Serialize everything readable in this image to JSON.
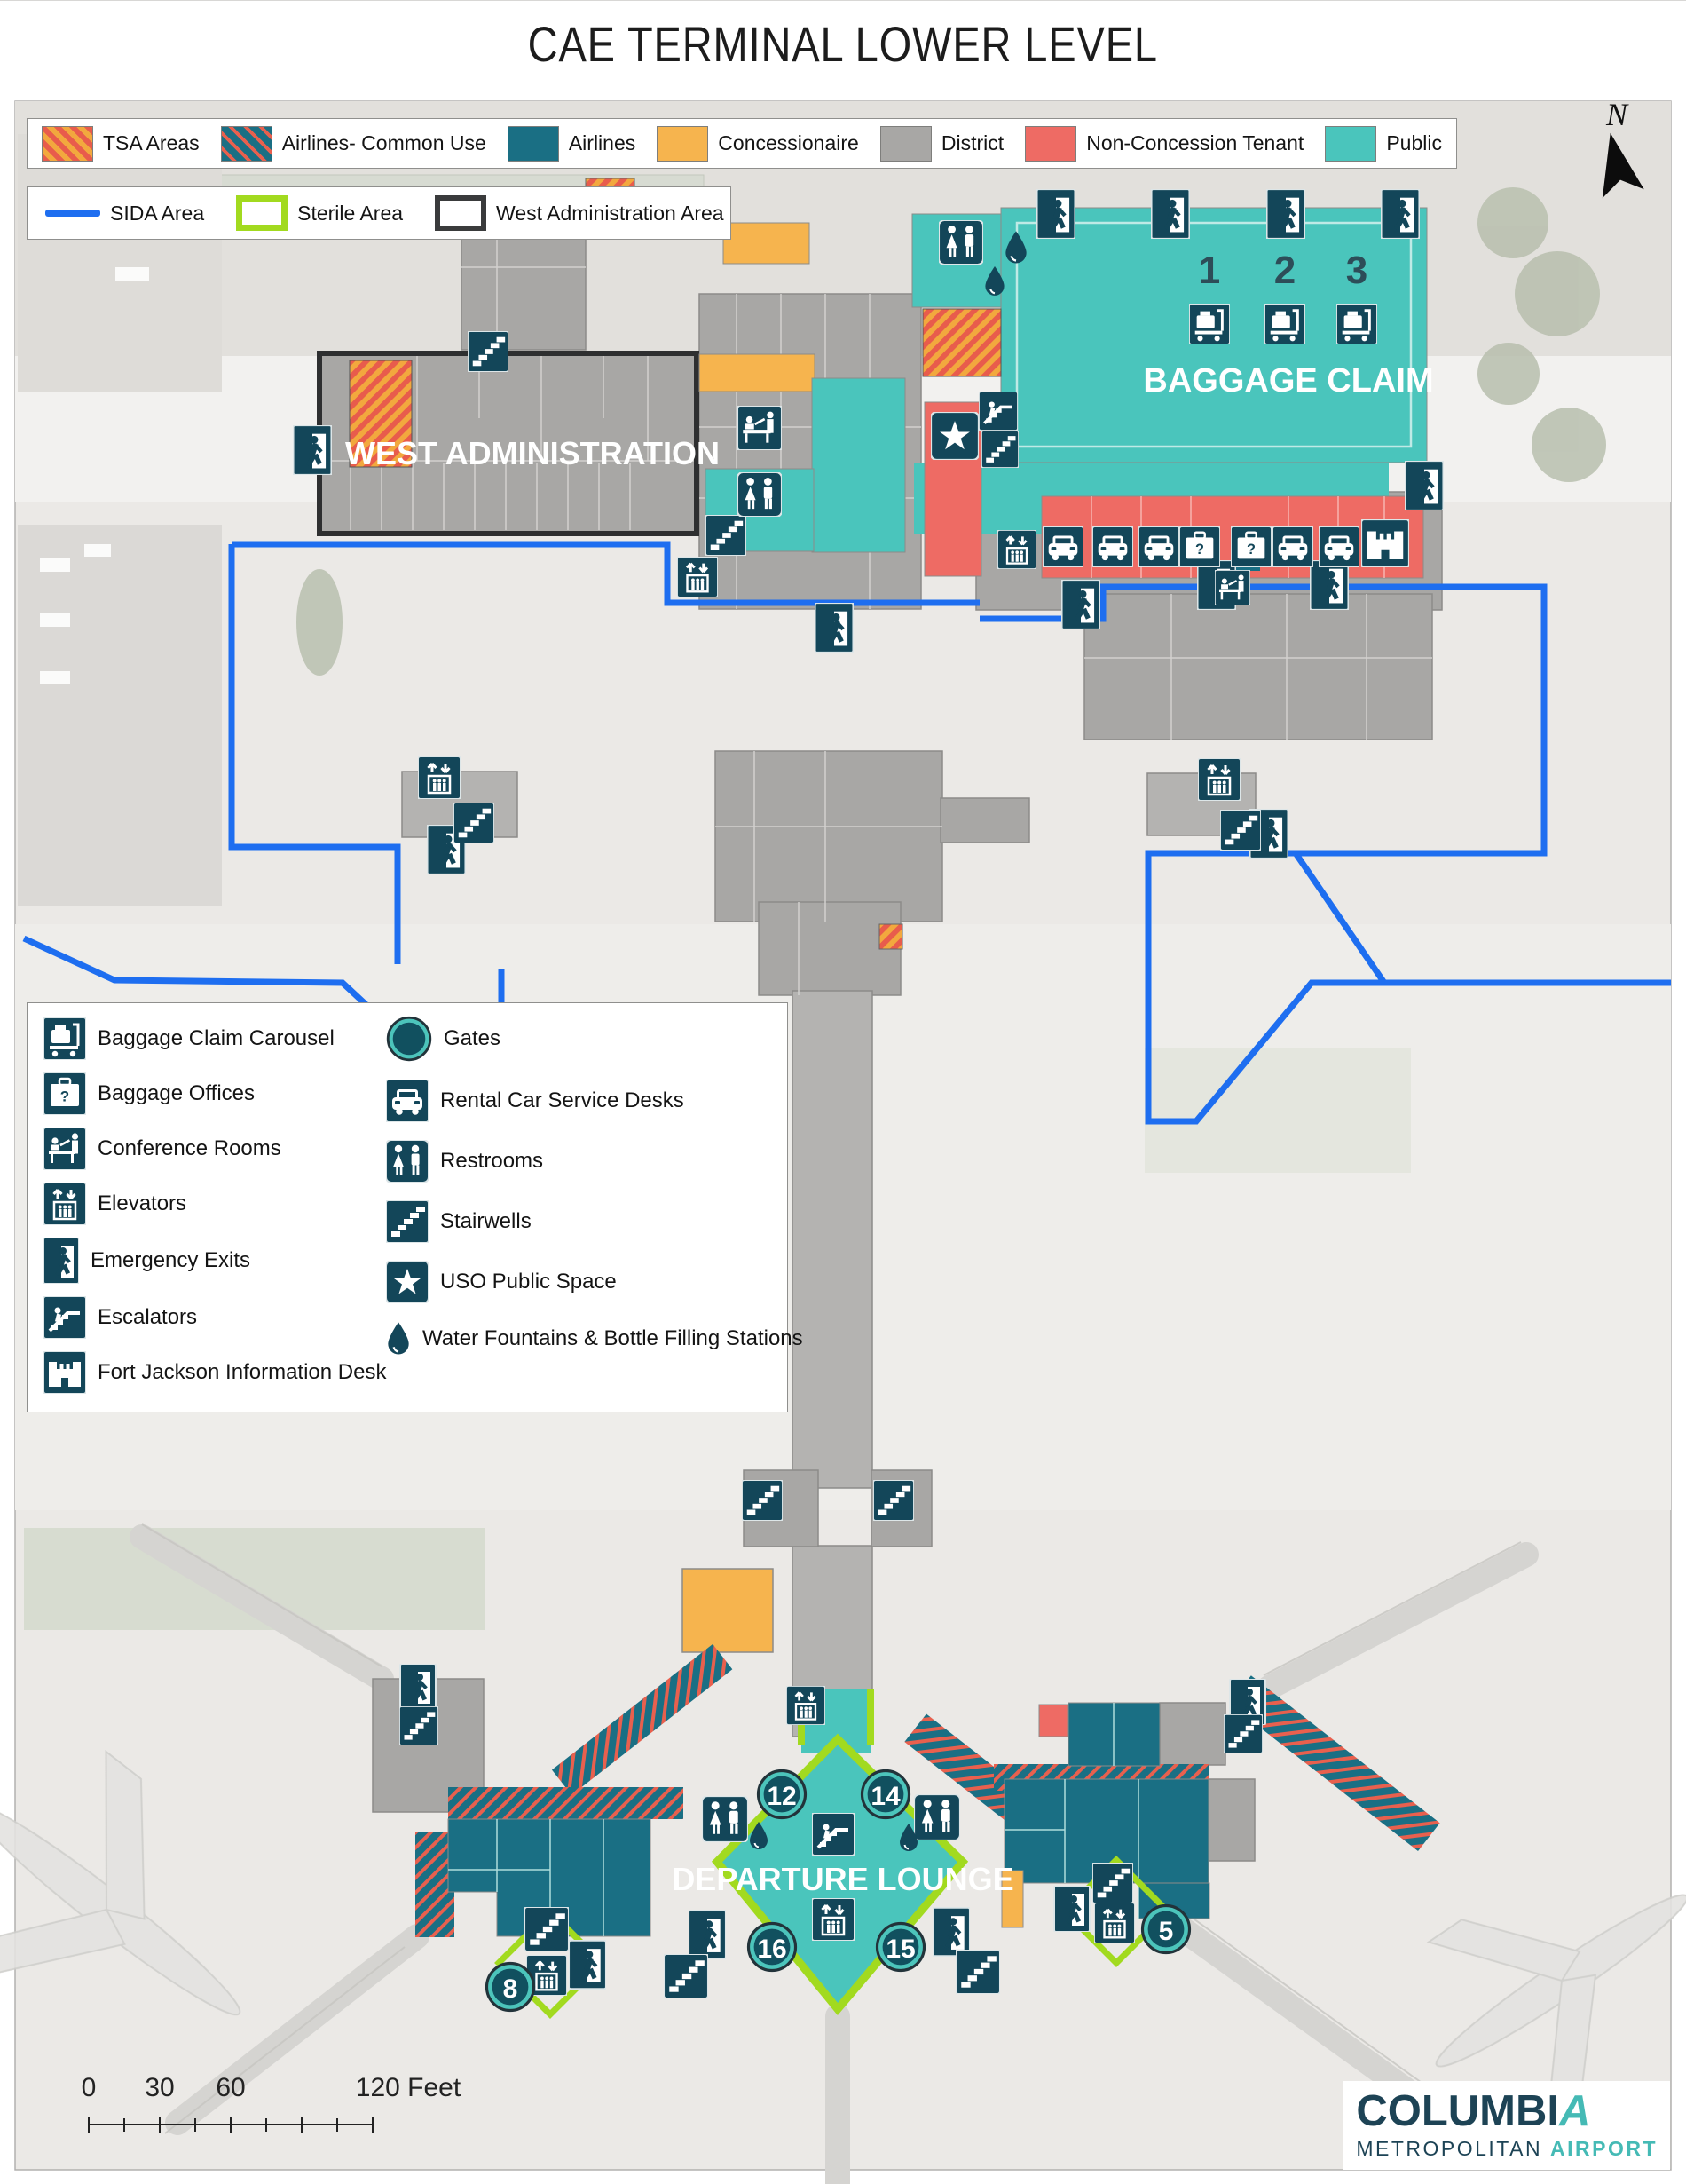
{
  "title": "CAE TERMINAL LOWER LEVEL",
  "legend_areas": {
    "items": [
      {
        "label": "TSA Areas",
        "swatch": "tsa-hatch"
      },
      {
        "label": "Airlines- Common Use",
        "swatch": "common-use-hatch"
      },
      {
        "label": "Airlines",
        "swatch": "airlines-teal"
      },
      {
        "label": "Concessionaire",
        "swatch": "concessionaire-orange"
      },
      {
        "label": "District",
        "swatch": "district-gray"
      },
      {
        "label": "Non-Concession Tenant",
        "swatch": "tenant-red"
      },
      {
        "label": "Public",
        "swatch": "public-teal"
      }
    ]
  },
  "legend_boundaries": {
    "items": [
      {
        "label": "SIDA Area",
        "swatch": "blue-line"
      },
      {
        "label": "Sterile Area",
        "swatch": "lime-outline"
      },
      {
        "label": "West Administration Area",
        "swatch": "dark-outline"
      }
    ]
  },
  "legend_icons": {
    "left": [
      {
        "icon": "baggage-claim-carousel",
        "label": "Baggage Claim Carousel"
      },
      {
        "icon": "baggage-offices",
        "label": "Baggage Offices"
      },
      {
        "icon": "conference-rooms",
        "label": "Conference Rooms"
      },
      {
        "icon": "elevators",
        "label": "Elevators"
      },
      {
        "icon": "emergency-exits",
        "label": "Emergency Exits"
      },
      {
        "icon": "escalators",
        "label": "Escalators"
      },
      {
        "icon": "fort-jackson-desk",
        "label": "Fort Jackson Information Desk"
      }
    ],
    "right": [
      {
        "icon": "gates",
        "label": "Gates"
      },
      {
        "icon": "rental-car-desks",
        "label": "Rental Car Service Desks"
      },
      {
        "icon": "restrooms",
        "label": "Restrooms"
      },
      {
        "icon": "stairwells",
        "label": "Stairwells"
      },
      {
        "icon": "uso-public-space",
        "label": "USO Public Space"
      },
      {
        "icon": "water-fountains",
        "label": "Water Fountains & Bottle Filling Stations"
      }
    ]
  },
  "map": {
    "north_label": "N",
    "labels": {
      "west_administration": "WEST ADMINISTRATION",
      "baggage_claim": "BAGGAGE CLAIM",
      "departure_lounge": "DEPARTURE LOUNGE"
    },
    "carousel_numbers": [
      "1",
      "2",
      "3"
    ],
    "gates": [
      {
        "number": "8"
      },
      {
        "number": "12"
      },
      {
        "number": "14"
      },
      {
        "number": "16"
      },
      {
        "number": "15"
      },
      {
        "number": "5"
      }
    ]
  },
  "scale_bar": {
    "ticks": [
      "0",
      "30",
      "60"
    ],
    "end_label": "120 Feet"
  },
  "logo": {
    "name_prefix": "COLUMBI",
    "name_suffix": "A",
    "line2_regular": "METROPOLITAN",
    "line2_accent": "AIRPORT"
  },
  "colors": {
    "airlines": "#1a6f84",
    "public": "#4ac5bc",
    "concessionaire": "#f6b44e",
    "district": "#a8a7a5",
    "non_concession_tenant": "#ee6b64",
    "sida_blue": "#1e6ef0",
    "sterile_lime": "#a2da1f",
    "west_admin_outline": "#2e2f30",
    "icon_navy": "#134659"
  }
}
